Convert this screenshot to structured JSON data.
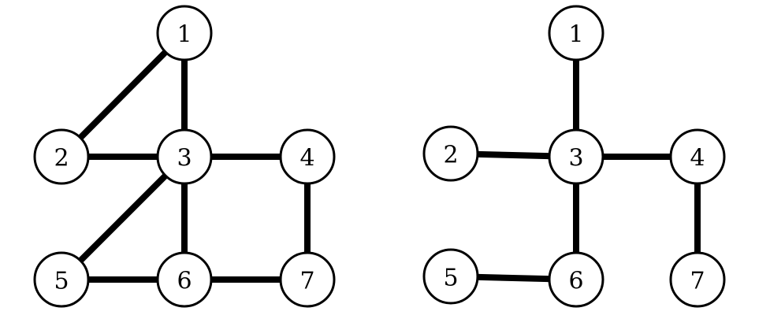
{
  "colors": {
    "background": "#ffffff",
    "edge": "#000000",
    "node_fill": "#ffffff",
    "node_stroke": "#000000",
    "label": "#000000"
  },
  "graphs": [
    {
      "id": "graph-left",
      "nodes": [
        {
          "id": "1",
          "label": "1"
        },
        {
          "id": "2",
          "label": "2"
        },
        {
          "id": "3",
          "label": "3"
        },
        {
          "id": "4",
          "label": "4"
        },
        {
          "id": "5",
          "label": "5"
        },
        {
          "id": "6",
          "label": "6"
        },
        {
          "id": "7",
          "label": "7"
        }
      ],
      "edges": [
        [
          "1",
          "2"
        ],
        [
          "1",
          "3"
        ],
        [
          "2",
          "3"
        ],
        [
          "3",
          "4"
        ],
        [
          "3",
          "5"
        ],
        [
          "3",
          "6"
        ],
        [
          "4",
          "7"
        ],
        [
          "5",
          "6"
        ],
        [
          "6",
          "7"
        ]
      ]
    },
    {
      "id": "graph-right",
      "nodes": [
        {
          "id": "1",
          "label": "1"
        },
        {
          "id": "2",
          "label": "2"
        },
        {
          "id": "3",
          "label": "3"
        },
        {
          "id": "4",
          "label": "4"
        },
        {
          "id": "5",
          "label": "5"
        },
        {
          "id": "6",
          "label": "6"
        },
        {
          "id": "7",
          "label": "7"
        }
      ],
      "edges": [
        [
          "1",
          "3"
        ],
        [
          "2",
          "3"
        ],
        [
          "3",
          "4"
        ],
        [
          "3",
          "6"
        ],
        [
          "4",
          "7"
        ],
        [
          "5",
          "6"
        ]
      ]
    }
  ]
}
